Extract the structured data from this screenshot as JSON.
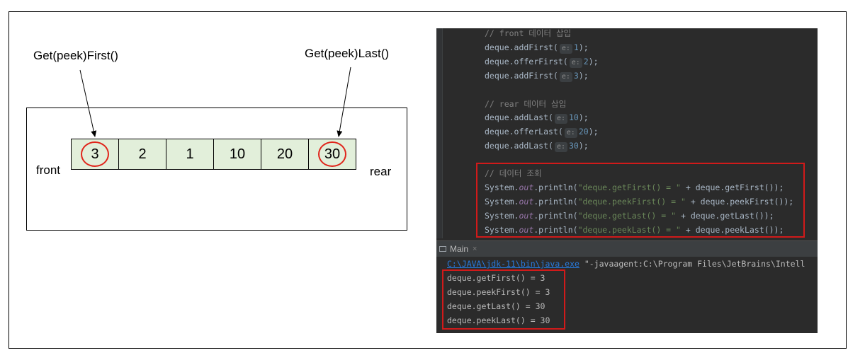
{
  "diagram": {
    "cells": [
      "3",
      "2",
      "1",
      "10",
      "20",
      "30"
    ],
    "front_label": "front",
    "rear_label": "rear",
    "first_annotation": "Get(peek)First()",
    "last_annotation": "Get(peek)Last()"
  },
  "ide": {
    "comment_front": "// front 데이터 삽입",
    "comment_rear": "// rear 데이터 삽입",
    "comment_read": "// 데이터 조회",
    "front_calls": [
      {
        "method": "deque.addFirst(",
        "value": "1"
      },
      {
        "method": "deque.offerFirst(",
        "value": "2"
      },
      {
        "method": "deque.addFirst(",
        "value": "3"
      }
    ],
    "rear_calls": [
      {
        "method": "deque.addLast(",
        "value": "10"
      },
      {
        "method": "deque.offerLast(",
        "value": "20"
      },
      {
        "method": "deque.addLast(",
        "value": "30"
      }
    ],
    "param_hint": "e:",
    "call_end": ");",
    "print_prefix": "System.",
    "print_out": "out",
    "print_method": ".println(",
    "prints": [
      {
        "label": "\"deque.getFirst() = \"",
        "call": " + deque.getFirst());"
      },
      {
        "label": "\"deque.peekFirst() = \"",
        "call": " + deque.peekFirst());"
      },
      {
        "label": "\"deque.getLast() = \"",
        "call": " + deque.getLast());"
      },
      {
        "label": "\"deque.peekLast() = \"",
        "call": " + deque.peekLast());"
      }
    ],
    "run_tab_label": "Main",
    "run_tab_close": "×",
    "java_path": "C:\\JAVA\\jdk-11\\bin\\java.exe",
    "java_args": " \"-javaagent:C:\\Program Files\\JetBrains\\Intell",
    "output_lines": [
      "deque.getFirst() = 3",
      "deque.peekFirst() = 3",
      "deque.getLast() = 30",
      "deque.peekLast() = 30"
    ]
  },
  "colors": {
    "cell_fill": "#e2efda",
    "highlight_red": "#e0261c",
    "ide_background": "#2b2b2b"
  }
}
